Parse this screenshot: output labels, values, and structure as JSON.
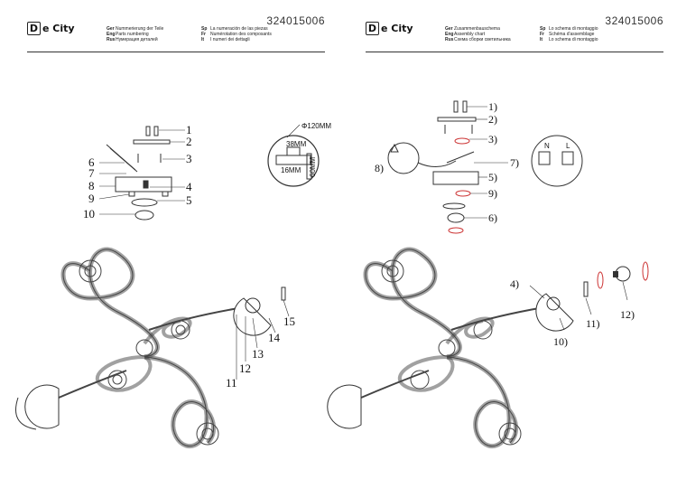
{
  "brand": {
    "logo_glyph": "D",
    "logo_text": "e City"
  },
  "left_sheet": {
    "code": "324015006",
    "languages": [
      {
        "code": "Ger",
        "text": "Nummerierung der Teile",
        "code2": "Sp",
        "text2": "La numeración de las piezas"
      },
      {
        "code": "Eng",
        "text": "Parts numbering",
        "code2": "Fr",
        "text2": "Numérotation des composants"
      },
      {
        "code": "Rus",
        "text": "Нумерация деталей",
        "code2": "It",
        "text2": "I numeri dei dettagli"
      }
    ],
    "labels": [
      "1",
      "2",
      "3",
      "4",
      "5",
      "6",
      "7",
      "8",
      "9",
      "10",
      "11",
      "12",
      "13",
      "14",
      "15"
    ],
    "dimensions": {
      "diameter": "Φ120MM",
      "width_top": "38MM",
      "width_bottom": "16MM",
      "height": "60MM"
    }
  },
  "right_sheet": {
    "code": "324015006",
    "languages": [
      {
        "code": "Ger",
        "text": "Zusammenbauschema",
        "code2": "Sp",
        "text2": "Lo schema di montaggio"
      },
      {
        "code": "Eng",
        "text": "Assembly chart",
        "code2": "Fr",
        "text2": "Schéma d'assemblage"
      },
      {
        "code": "Rus",
        "text": "Схема сборки светильника",
        "code2": "It",
        "text2": "Lo schema di montaggio"
      }
    ],
    "labels": [
      "1)",
      "2)",
      "3)",
      "5)",
      "6)",
      "7)",
      "8)",
      "9)",
      "4)",
      "10)",
      "11)",
      "12)"
    ],
    "wiring": {
      "n": "N",
      "l": "L"
    }
  }
}
